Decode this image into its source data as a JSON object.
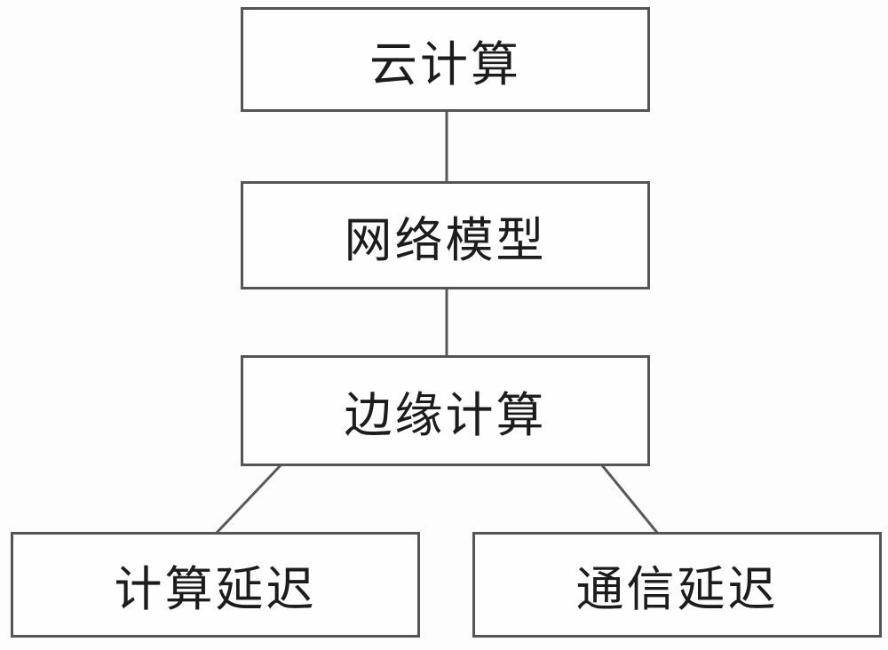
{
  "diagram": {
    "type": "flowchart",
    "orientation": "top-down",
    "nodes": [
      {
        "id": "cloud-computing",
        "label": "云计算"
      },
      {
        "id": "network-model",
        "label": "网络模型"
      },
      {
        "id": "edge-computing",
        "label": "边缘计算"
      },
      {
        "id": "computation-delay",
        "label": "计算延迟"
      },
      {
        "id": "communication-delay",
        "label": "通信延迟"
      }
    ],
    "edges": [
      {
        "from": "云计算",
        "to": "网络模型",
        "style": "vertical-line"
      },
      {
        "from": "网络模型",
        "to": "边缘计算",
        "style": "vertical-line"
      },
      {
        "from": "边缘计算",
        "to": "计算延迟",
        "style": "diagonal-line"
      },
      {
        "from": "边缘计算",
        "to": "通信延迟",
        "style": "diagonal-line"
      }
    ],
    "colors": {
      "background": "#fdfdfd",
      "node_fill": "#fefefe",
      "node_border": "#545454",
      "edge_line": "#595959",
      "text": "#1c1c1c"
    }
  }
}
